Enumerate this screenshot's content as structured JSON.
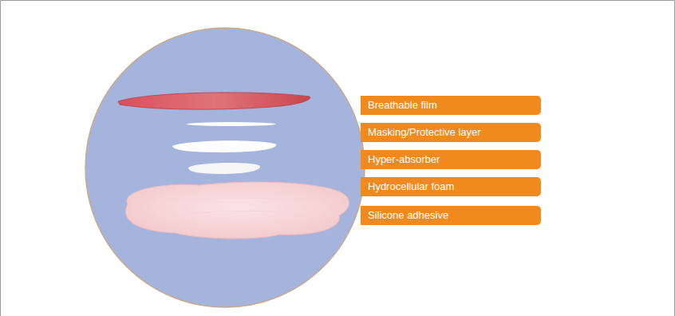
{
  "diagram": {
    "nodes": [
      {
        "text": [
          "Breathable film"
        ]
      },
      {
        "text": [
          "Masking/Protective layer"
        ]
      },
      {
        "text": [
          "Hyper-absorber"
        ]
      },
      {
        "text": [
          "Hydrocellular foam"
        ]
      },
      {
        "text": [
          "Silicone adhesive"
        ]
      }
    ]
  }
}
